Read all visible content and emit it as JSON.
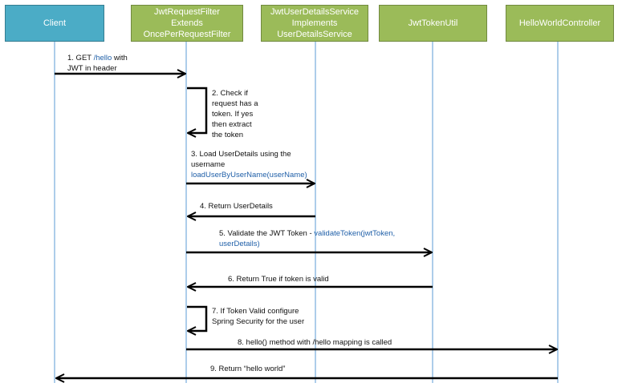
{
  "participants": [
    {
      "id": "client",
      "lines": [
        "Client"
      ],
      "style": "blue"
    },
    {
      "id": "filter",
      "lines": [
        "JwtRequestFilter",
        "Extends",
        "OncePerRequestFilter"
      ],
      "style": "green"
    },
    {
      "id": "uds",
      "lines": [
        "JwtUserDetailsService",
        "Implements",
        "UserDetailsService"
      ],
      "style": "green"
    },
    {
      "id": "util",
      "lines": [
        "JwtTokenUtil"
      ],
      "style": "green"
    },
    {
      "id": "ctrl",
      "lines": [
        "HelloWorldController"
      ],
      "style": "green"
    }
  ],
  "messages": {
    "m1": {
      "prefix": "1.   GET ",
      "code": "/hello",
      "suffix": " with",
      "line2": "JWT in header"
    },
    "m2": {
      "lines": [
        "2. Check if",
        "request has a",
        "token. If yes",
        "then extract",
        "the token"
      ]
    },
    "m3": {
      "line1": "3.  Load  UserDetails using the",
      "line2": "username",
      "code": "loadUserByUserName(userName)"
    },
    "m4": {
      "text": "4. Return UserDetails"
    },
    "m5": {
      "prefix": "5. Validate the JWT Token  - ",
      "code1": "validateToken(jwtToken,",
      "code2": "userDetails)"
    },
    "m6": {
      "text": "6. Return True if token is valid"
    },
    "m7": {
      "line1": "7. If Token Valid configure",
      "line2": "Spring Security for the user"
    },
    "m8": {
      "text": "8. hello() method with /hello mapping is called"
    },
    "m9": {
      "text": "9. Return “hello world”"
    }
  }
}
